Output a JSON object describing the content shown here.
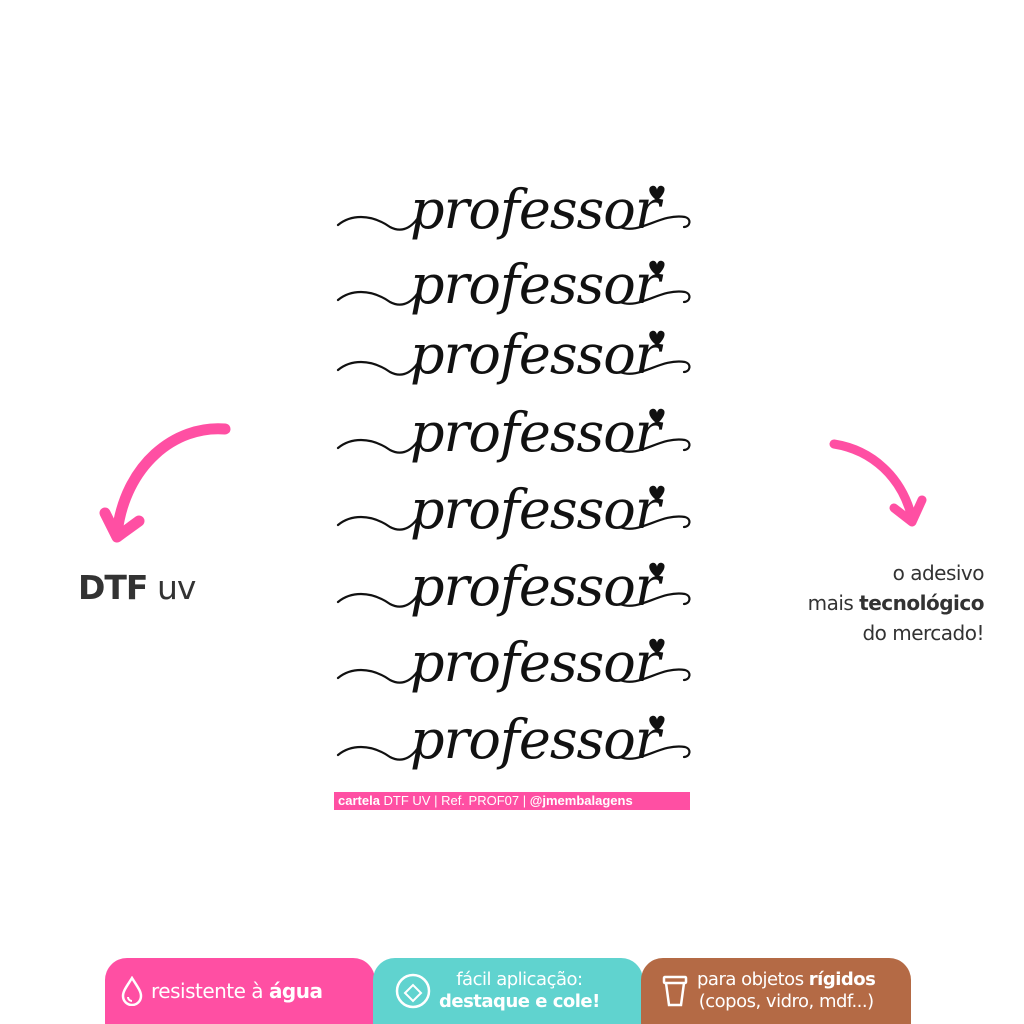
{
  "left_label": {
    "bold": "DTF",
    "light": "uv"
  },
  "right_text": {
    "line1": "o adesivo",
    "line2_prefix": "mais ",
    "line2_bold": "tecnológico",
    "line3": "do mercado!"
  },
  "stickers": {
    "word": "professor",
    "count": 8,
    "items": [
      "professor",
      "professor",
      "professor",
      "professor",
      "professor",
      "professor",
      "professor",
      "professor"
    ]
  },
  "caption": {
    "bold": "cartela",
    "rest": " DTF UV | Ref. PROF07 | ",
    "handle": "@jmembalagens"
  },
  "badges": [
    {
      "icon": "water-drop-icon",
      "text": "resistente à ",
      "bold": "água",
      "color": "#ff4fa3"
    },
    {
      "icon": "hand-sticker-icon",
      "line1": "fácil aplicação:",
      "line2": "destaque e cole!",
      "color": "#60d3cf"
    },
    {
      "icon": "cup-icon",
      "line1_prefix": "para objetos ",
      "line1_bold": "rígidos",
      "line2": "(copos, vidro, mdf...)",
      "color": "#b46a45"
    }
  ],
  "colors": {
    "accent_pink": "#ff4fa3",
    "teal": "#60d3cf",
    "brown": "#b46a45",
    "text": "#333333"
  }
}
